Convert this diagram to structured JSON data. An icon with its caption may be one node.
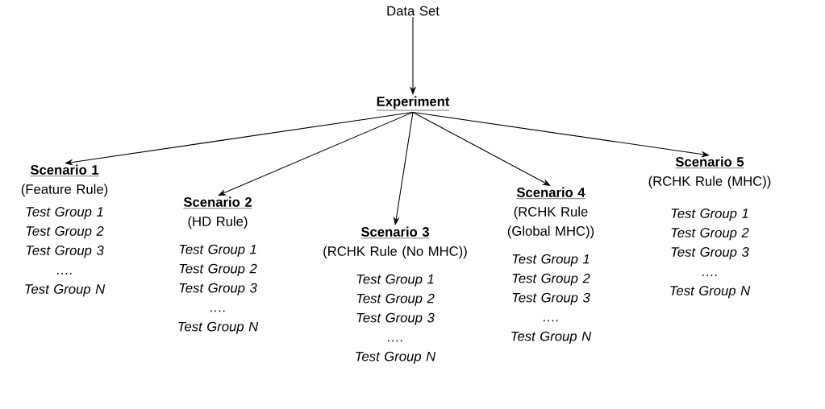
{
  "diagram": {
    "nodes": [
      {
        "text": [
          "Data Set"
        ]
      },
      {
        "text": [
          "Experiment"
        ]
      },
      {
        "text": [
          "Scenario 1",
          "(Feature Rule)",
          "Test Group 1",
          "Test Group 2",
          "Test Group 3",
          "….",
          "Test Group N"
        ]
      },
      {
        "text": [
          "Scenario 2",
          "(HD Rule)",
          "Test Group 1",
          "Test Group 2",
          "Test Group 3",
          "….",
          "Test Group N"
        ]
      },
      {
        "text": [
          "Scenario 3",
          "(RCHK Rule (No MHC))",
          "Test Group 1",
          "Test Group 2",
          "Test Group 3",
          "….",
          "Test Group N"
        ]
      },
      {
        "text": [
          "Scenario 4",
          "(RCHK Rule (Global MHC))",
          "Test Group 1",
          "Test Group 2",
          "Test Group 3",
          "….",
          "Test Group N"
        ]
      },
      {
        "text": [
          "Scenario 5",
          "(RCHK Rule (MHC))",
          "Test Group 1",
          "Test Group 2",
          "Test Group 3",
          "….",
          "Test Group N"
        ]
      }
    ],
    "edges": [
      {
        "from": 0,
        "to": 1,
        "arrow": "to"
      },
      {
        "from": 1,
        "to": 2,
        "arrow": "to"
      },
      {
        "from": 1,
        "to": 3,
        "arrow": "to"
      },
      {
        "from": 1,
        "to": 4,
        "arrow": "to"
      },
      {
        "from": 1,
        "to": 5,
        "arrow": "to"
      },
      {
        "from": 1,
        "to": 6,
        "arrow": "to"
      }
    ]
  }
}
